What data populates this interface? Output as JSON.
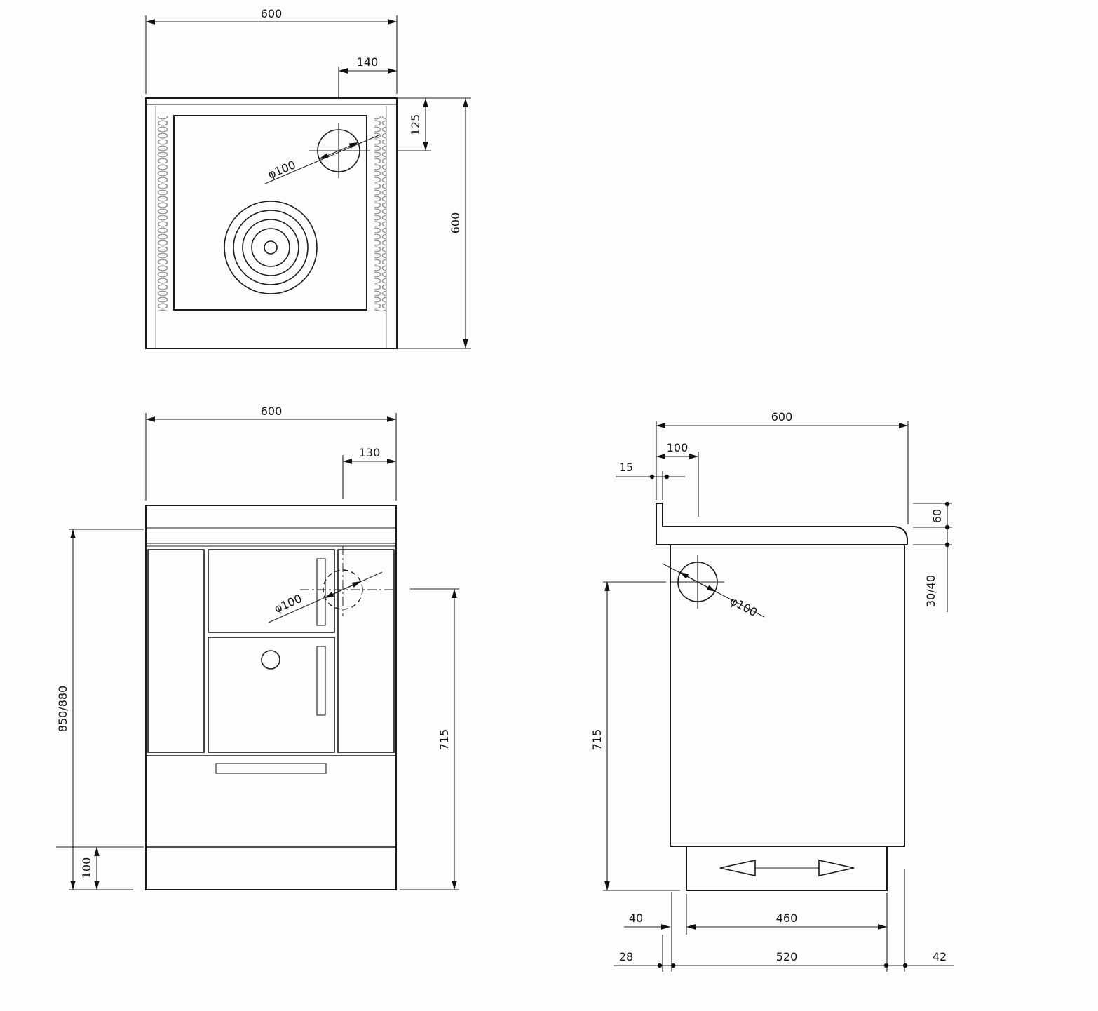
{
  "drawing": {
    "type": "technical-orthographic-drawing",
    "subject": "kitchen wood cook stove with hotplate, flue outlet, oven and ash drawer",
    "line_color": "#1a1a1a",
    "background": "#fdfdfc",
    "dims": {
      "top": {
        "width": "600",
        "flue_offset_x": "140",
        "flue_offset_y": "125",
        "depth": "600",
        "flue_dia": "φ100"
      },
      "front": {
        "width": "600",
        "flue_offset_x": "130",
        "total_height": "850/880",
        "plinth_height": "100",
        "flue_height": "715",
        "flue_dia": "φ100"
      },
      "side": {
        "depth": "600",
        "flue_offset": "100",
        "upstand_thickness": "15",
        "upstand_height": "60",
        "worktop_thickness": "30/40",
        "flue_height": "715",
        "plinth_setback": "40",
        "plinth_depth": "460",
        "rear_clearance": "28",
        "body_depth": "520",
        "front_clearance": "42",
        "flue_dia": "φ100"
      }
    }
  }
}
